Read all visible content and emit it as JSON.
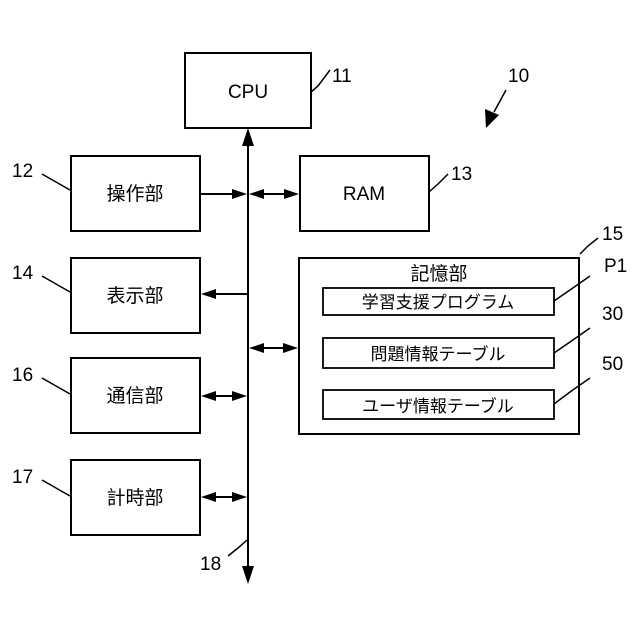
{
  "blocks": {
    "cpu": "CPU",
    "ram": "RAM",
    "operation": "操作部",
    "display": "表示部",
    "communication": "通信部",
    "timer": "計時部",
    "storage": "記憶部",
    "program": "学習支援プログラム",
    "question_table": "問題情報テーブル",
    "user_table": "ユーザ情報テーブル"
  },
  "refs": {
    "device": "10",
    "cpu": "11",
    "operation": "12",
    "ram": "13",
    "display": "14",
    "storage": "15",
    "communication": "16",
    "timer": "17",
    "bus": "18",
    "program": "P1",
    "question_table": "30",
    "user_table": "50"
  }
}
